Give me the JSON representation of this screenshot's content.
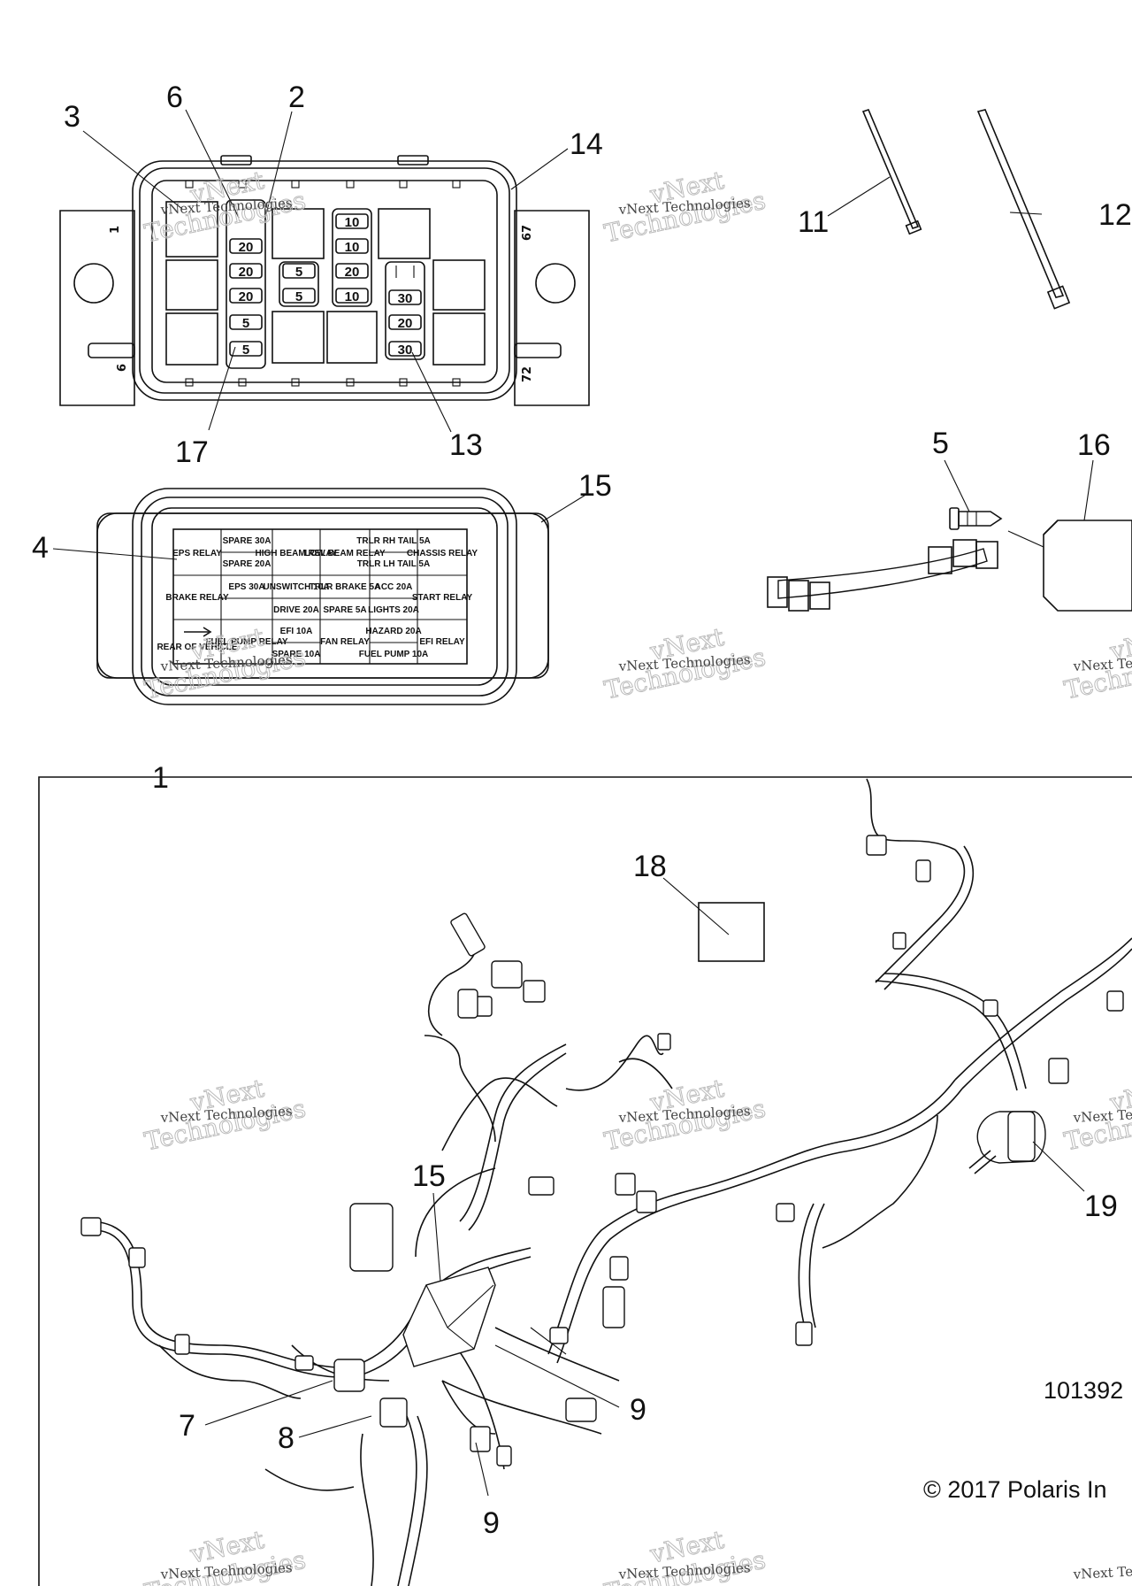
{
  "callouts": [
    {
      "id": "c3",
      "label": "3"
    },
    {
      "id": "c6",
      "label": "6"
    },
    {
      "id": "c2",
      "label": "2"
    },
    {
      "id": "c14",
      "label": "14"
    },
    {
      "id": "c11",
      "label": "11"
    },
    {
      "id": "c12",
      "label": "12"
    },
    {
      "id": "c17",
      "label": "17"
    },
    {
      "id": "c13",
      "label": "13"
    },
    {
      "id": "c5",
      "label": "5"
    },
    {
      "id": "c16",
      "label": "16"
    },
    {
      "id": "c15a",
      "label": "15"
    },
    {
      "id": "c4",
      "label": "4"
    },
    {
      "id": "c1",
      "label": "1"
    },
    {
      "id": "c18",
      "label": "18"
    },
    {
      "id": "c15b",
      "label": "15"
    },
    {
      "id": "c19",
      "label": "19"
    },
    {
      "id": "c7",
      "label": "7"
    },
    {
      "id": "c8",
      "label": "8"
    },
    {
      "id": "c9a",
      "label": "9"
    },
    {
      "id": "c9b",
      "label": "9"
    }
  ],
  "fuse_box": {
    "col1": [
      "20",
      "20",
      "20",
      "5",
      "5"
    ],
    "col2": [
      "5",
      "5"
    ],
    "col3": [
      "10",
      "10",
      "20",
      "10"
    ],
    "col4": [
      "30",
      "20",
      "30"
    ],
    "pin_labels": [
      "1",
      "67",
      "6",
      "72"
    ]
  },
  "fuse_label_chart": {
    "cells": {
      "eps_relay": "EPS RELAY",
      "spare30a": "SPARE 30A",
      "spare20a": "SPARE 20A",
      "high_beam": "HIGH BEAM RELAY",
      "low_beam": "LOW BEAM RELAY",
      "trlr_rh": "TRLR RH TAIL 5A",
      "trlr_lh": "TRLR LH TAIL 5A",
      "chassis": "CHASSIS RELAY",
      "brake_relay": "BRAKE RELAY",
      "eps30a": "EPS 30A",
      "unswitch": "UNSWITCH 10A",
      "trlr_brake": "TRLR BRAKE 5A",
      "acc": "ACC 20A",
      "start_relay": "START RELAY",
      "drive": "DRIVE 20A",
      "spare5a": "SPARE 5A",
      "lights": "LIGHTS 20A",
      "rear_of_vehicle": "REAR OF VEHICLE",
      "fuel_pump_relay": "FUEL PUMP RELAY",
      "efi10a": "EFI 10A",
      "spare10a": "SPARE 10A",
      "fan_relay": "FAN RELAY",
      "hazard": "HAZARD 20A",
      "fuel_pump": "FUEL PUMP 10A",
      "efi_relay": "EFI RELAY"
    }
  },
  "watermark": {
    "text": "vNext Technologies",
    "big_line1": "vNext",
    "big_line2": "Technologies"
  },
  "part_number": "101392",
  "copyright": "© 2017 Polaris In"
}
